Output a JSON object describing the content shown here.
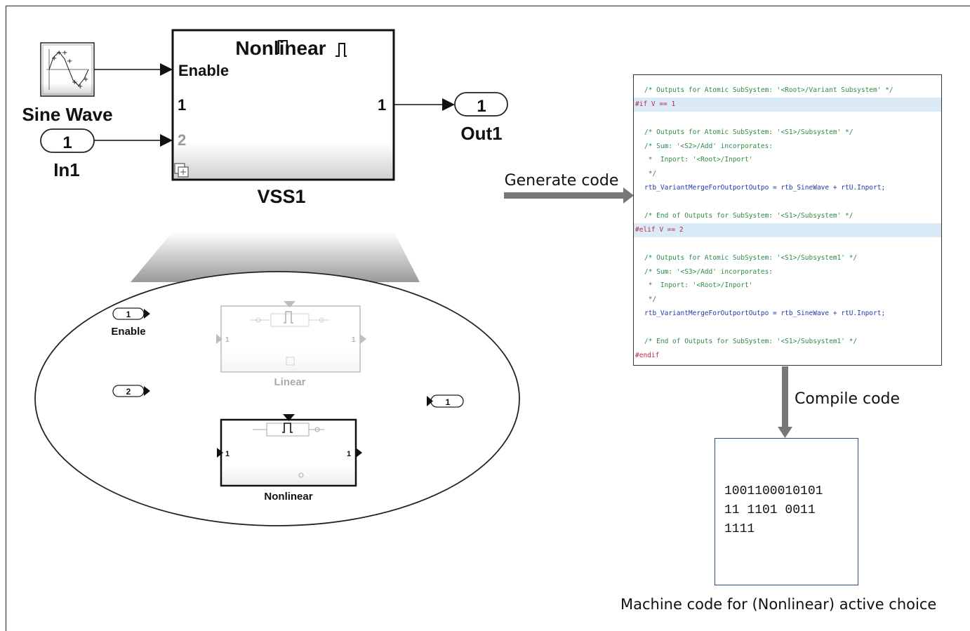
{
  "model": {
    "sine_wave_label": "Sine Wave",
    "in1_port_number": "1",
    "in1_label": "In1",
    "subsystem_title": "Nonlinear",
    "enable_port_label": "Enable",
    "input_port_1": "1",
    "input_port_2": "2",
    "output_port_1": "1",
    "subsystem_label": "VSS1",
    "out1_port_number": "1",
    "out1_label": "Out1"
  },
  "zoom": {
    "enable_port_number": "1",
    "enable_label": "Enable",
    "inport2_number": "2",
    "outport_number": "1",
    "linear_in": "1",
    "linear_out": "1",
    "linear_label": "Linear",
    "nonlinear_in": "1",
    "nonlinear_out": "1",
    "nonlinear_label": "Nonlinear"
  },
  "arrows": {
    "generate_label": "Generate code",
    "compile_label": "Compile code"
  },
  "code": {
    "lines": [
      {
        "text": "/* Outputs for Atomic SubSystem: '<Root>/Variant Subsystem' */",
        "kind": "comment"
      },
      {
        "text": "#if V == 1",
        "kind": "directive"
      },
      {
        "text": "",
        "kind": "blank"
      },
      {
        "text": "/* Outputs for Atomic SubSystem: '<S1>/Subsystem' */",
        "kind": "comment"
      },
      {
        "text": "/* Sum: '<S2>/Add' incorporates:",
        "kind": "comment"
      },
      {
        "text": " *  Inport: '<Root>/Inport'",
        "kind": "comment"
      },
      {
        "text": " */",
        "kind": "comment"
      },
      {
        "text": "rtb_VariantMergeForOutportOutpo = rtb_SineWave + rtU.Inport;",
        "kind": "code"
      },
      {
        "text": "",
        "kind": "blank"
      },
      {
        "text": "/* End of Outputs for SubSystem: '<S1>/Subsystem' */",
        "kind": "comment"
      },
      {
        "text": "#elif V == 2",
        "kind": "directive"
      },
      {
        "text": "",
        "kind": "blank"
      },
      {
        "text": "/* Outputs for Atomic SubSystem: '<S1>/Subsystem1' */",
        "kind": "comment"
      },
      {
        "text": "/* Sum: '<S3>/Add' incorporates:",
        "kind": "comment"
      },
      {
        "text": " *  Inport: '<Root>/Inport'",
        "kind": "comment"
      },
      {
        "text": " */",
        "kind": "comment"
      },
      {
        "text": "rtb_VariantMergeForOutportOutpo = rtb_SineWave + rtU.Inport;",
        "kind": "code"
      },
      {
        "text": "",
        "kind": "blank"
      },
      {
        "text": "/* End of Outputs for SubSystem: '<S1>/Subsystem1' */",
        "kind": "comment"
      },
      {
        "text": "#endif",
        "kind": "endif"
      }
    ]
  },
  "machine_code": {
    "lines": [
      "1001100010101",
      "11 1101 0011",
      "1111"
    ],
    "caption": "Machine code for (Nonlinear) active choice"
  }
}
